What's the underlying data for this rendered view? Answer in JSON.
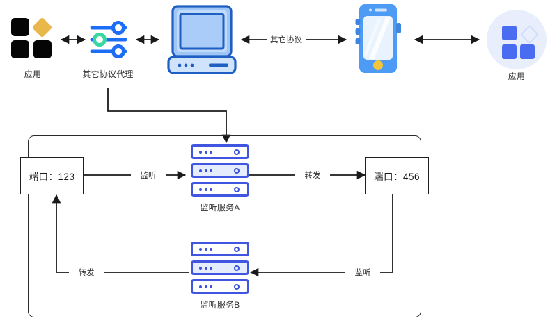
{
  "diagram": {
    "title_text_color": "#333333",
    "accent_blue": "#4156e0",
    "computer_blue": "#1f5fc4",
    "phone_blue": "#4d9bf5",
    "gold": "#e8b84b",
    "nodes": {
      "app_left": {
        "label": "应用",
        "icon": "app-squares-diamond-icon"
      },
      "proxy": {
        "label": "其它协议代理",
        "icon": "sliders-settings-icon"
      },
      "computer": {
        "label": "",
        "icon": "desktop-computer-icon"
      },
      "phone": {
        "label": "",
        "icon": "smartphone-icon"
      },
      "app_right": {
        "label": "应用",
        "icon": "app-squares-circle-icon"
      },
      "port_left": {
        "label": "端口：123"
      },
      "port_right": {
        "label": "端口：456"
      },
      "service_a": {
        "label": "监听服务A",
        "icon": "server-rack-icon"
      },
      "service_b": {
        "label": "监听服务B",
        "icon": "server-rack-icon"
      }
    },
    "edges": {
      "app_to_proxy": {
        "label": "",
        "arrow": "bidirectional"
      },
      "proxy_to_computer": {
        "label": "",
        "arrow": "bidirectional"
      },
      "computer_to_phone": {
        "label": "其它协议",
        "arrow": "bidirectional"
      },
      "phone_to_app_right": {
        "label": "",
        "arrow": "bidirectional"
      },
      "proxy_down_to_box": {
        "label": "",
        "arrow": "single"
      },
      "port123_to_service_a": {
        "label": "监听",
        "arrow": "single"
      },
      "service_a_to_port456": {
        "label": "转发",
        "arrow": "single"
      },
      "port456_to_service_b": {
        "label": "监听",
        "arrow": "single"
      },
      "service_b_to_port123": {
        "label": "转发",
        "arrow": "single"
      }
    }
  }
}
